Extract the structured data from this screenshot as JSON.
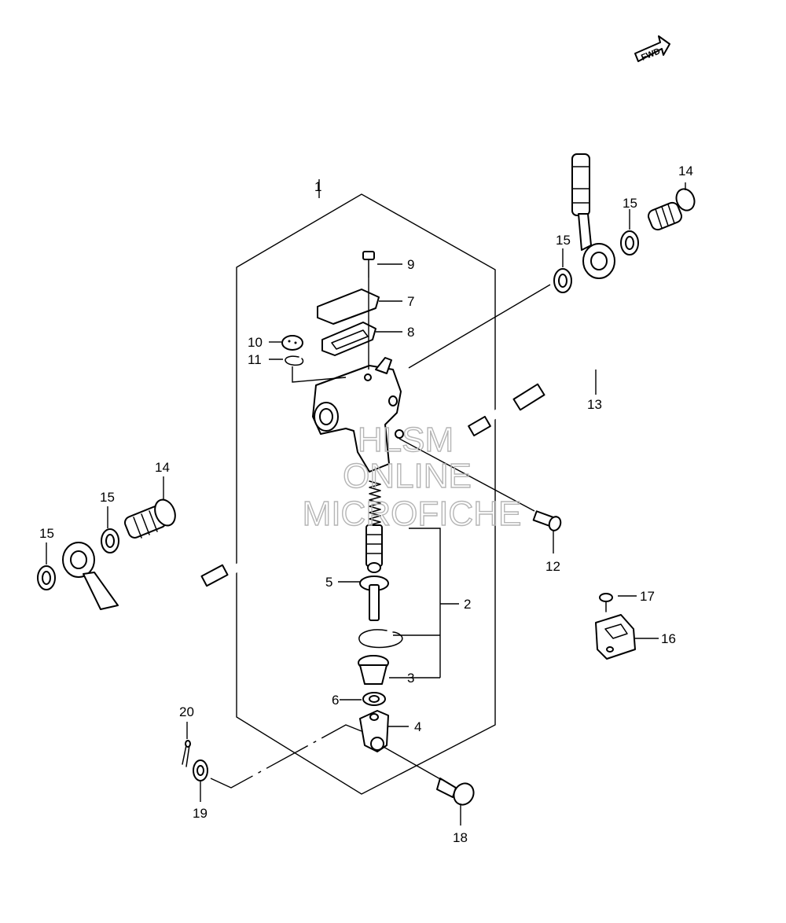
{
  "fwd_indicator": {
    "label": "FWD"
  },
  "watermark": {
    "lines": [
      "HLSM",
      "ONLINE",
      "MICROFICHE"
    ]
  },
  "callouts": {
    "c1": "1",
    "c2": "2",
    "c3": "3",
    "c4": "4",
    "c5": "5",
    "c6": "6",
    "c7": "7",
    "c8": "8",
    "c9": "9",
    "c10": "10",
    "c11": "11",
    "c12": "12",
    "c13": "13",
    "c14a": "14",
    "c14b": "14",
    "c15a": "15",
    "c15b": "15",
    "c15c": "15",
    "c15d": "15",
    "c16": "16",
    "c17": "17",
    "c18": "18",
    "c19": "19",
    "c20": "20"
  }
}
